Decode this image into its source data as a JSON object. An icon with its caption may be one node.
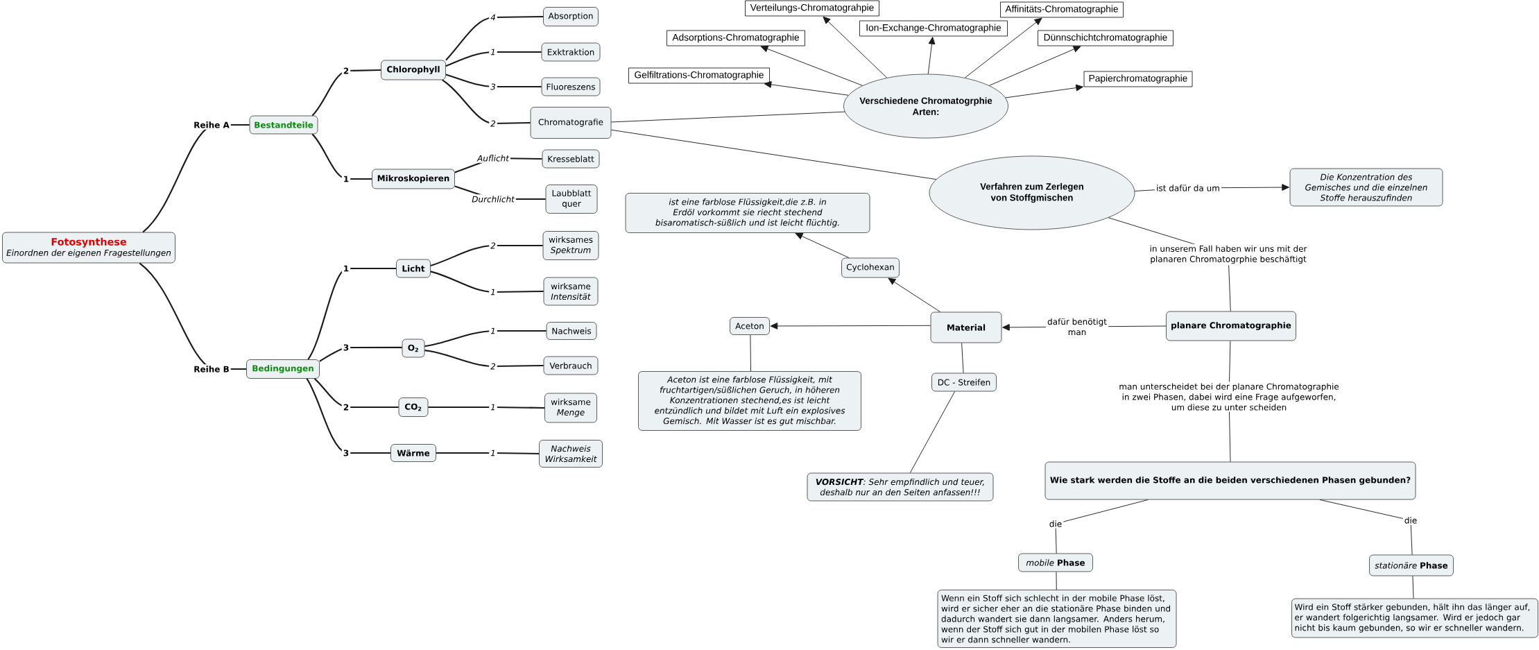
{
  "diagram": {
    "nodes": [
      {
        "text": [
          "Fotosynthese",
          "Einordnen der eigenen Fragestellungen"
        ]
      },
      {
        "text": [
          "Bestandteile"
        ]
      },
      {
        "text": [
          "Chlorophyll"
        ]
      },
      {
        "text": [
          "Absorption"
        ]
      },
      {
        "text": [
          "Exktraktion"
        ]
      },
      {
        "text": [
          "Fluoreszens"
        ]
      },
      {
        "text": [
          "Chromatografie"
        ]
      },
      {
        "text": [
          "Mikroskopieren"
        ]
      },
      {
        "text": [
          "Kresseblatt"
        ]
      },
      {
        "text": [
          "Laubblatt quer"
        ]
      },
      {
        "text": [
          "Bedingungen"
        ]
      },
      {
        "text": [
          "Licht"
        ]
      },
      {
        "text": [
          "wirksames *Spektrum*"
        ]
      },
      {
        "text": [
          "wirksame *Intensität*"
        ]
      },
      {
        "text": [
          "O$_{2}$"
        ]
      },
      {
        "text": [
          "Nachweis"
        ]
      },
      {
        "text": [
          "Verbrauch"
        ]
      },
      {
        "text": [
          "CO$_{2}$"
        ]
      },
      {
        "text": [
          "wirksame *Menge*"
        ]
      },
      {
        "text": [
          "Wärme"
        ]
      },
      {
        "text": [
          "Nachweis Wirksamkeit"
        ]
      },
      {
        "text": [
          "Verschiedene Chromatogrphie Arten:"
        ]
      },
      {
        "text": [
          "Verteilungs-Chromatograhpie"
        ]
      },
      {
        "text": [
          "Affinitäts-Chromatographie"
        ]
      },
      {
        "text": [
          "Ion-Exchange-Chromatographie"
        ]
      },
      {
        "text": [
          "Adsorptions-Chromatographie"
        ]
      },
      {
        "text": [
          "Dünnschichtchromatographie"
        ]
      },
      {
        "text": [
          "Gelfiltrations-Chromatographie"
        ]
      },
      {
        "text": [
          "Papierchromatographie"
        ]
      },
      {
        "text": [
          "Verfahren zum Zerlegen von Stoffgmischen"
        ]
      },
      {
        "text": [
          "Die Konzentration des Gemisches und die einzelnen Stoffe herauszufinden"
        ]
      },
      {
        "text": [
          "ist eine farblose Flüssigkeit,die z.B. in Erdöl vorkommt sie riecht stechend bisaromatisch-süßlich und ist leicht flüchtig."
        ]
      },
      {
        "text": [
          "Cyclohexan"
        ]
      },
      {
        "text": [
          "Aceton"
        ]
      },
      {
        "text": [
          "Material"
        ]
      },
      {
        "text": [
          "planare Chromatographie"
        ]
      },
      {
        "text": [
          "DC - Streifen"
        ]
      },
      {
        "text": [
          "Aceton ist eine farblose Flüssigkeit, mit fruchtartigen/süßlichen Geruch, in höheren Konzentrationen stechend,es ist leicht entzündlich und bildet mit Luft ein explosives Gemisch. Mit Wasser ist es gut mischbar."
        ]
      },
      {
        "text": [
          "**VORSICHT**: Sehr empfindlich und teuer, deshalb nur an den Seiten anfassen!!!"
        ]
      },
      {
        "text": [
          "Wie stark werden die Stoffe an die beiden verschiedenen Phasen gebunden?"
        ]
      },
      {
        "text": [
          "*mobile* **Phase**"
        ]
      },
      {
        "text": [
          "*stationäre* **Phase**"
        ]
      },
      {
        "text": [
          "Wenn ein Stoff sich schlecht in der mobile Phase löst, wird er sicher eher an die stationäre Phase binden und dadurch wandert sie dann langsamer. Anders herum, wenn der Stoff sich gut in der mobilen Phase löst so wir er dann schneller wandern."
        ]
      },
      {
        "text": [
          "Wird ein Stoff stärker gebunden, hält ihn das länger auf, er wandert folgerichtig langsamer. Wird er jedoch gar nicht bis kaum gebunden, so wir er schneller wandern."
        ]
      }
    ],
    "edges": [
      {
        "from": 0,
        "to": 1,
        "arrow": "none",
        "label": "Reihe A"
      },
      {
        "from": 1,
        "to": 2,
        "arrow": "none",
        "label": "2"
      },
      {
        "from": 2,
        "to": 3,
        "arrow": "none",
        "label": "4"
      },
      {
        "from": 2,
        "to": 4,
        "arrow": "none",
        "label": "1"
      },
      {
        "from": 2,
        "to": 5,
        "arrow": "none",
        "label": "3"
      },
      {
        "from": 2,
        "to": 6,
        "arrow": "none",
        "label": "2"
      },
      {
        "from": 1,
        "to": 7,
        "arrow": "none",
        "label": "1"
      },
      {
        "from": 7,
        "to": 8,
        "arrow": "none",
        "label": "Auflicht"
      },
      {
        "from": 7,
        "to": 9,
        "arrow": "none",
        "label": "Durchlicht"
      },
      {
        "from": 0,
        "to": 10,
        "arrow": "none",
        "label": "Reihe B"
      },
      {
        "from": 10,
        "to": 11,
        "arrow": "none",
        "label": "1"
      },
      {
        "from": 11,
        "to": 12,
        "arrow": "none",
        "label": "2"
      },
      {
        "from": 11,
        "to": 13,
        "arrow": "none",
        "label": "1"
      },
      {
        "from": 10,
        "to": 14,
        "arrow": "none",
        "label": "3"
      },
      {
        "from": 14,
        "to": 15,
        "arrow": "none",
        "label": "1"
      },
      {
        "from": 14,
        "to": 16,
        "arrow": "none",
        "label": "2"
      },
      {
        "from": 10,
        "to": 17,
        "arrow": "none",
        "label": "2"
      },
      {
        "from": 17,
        "to": 18,
        "arrow": "none",
        "label": "1"
      },
      {
        "from": 10,
        "to": 19,
        "arrow": "none",
        "label": "3"
      },
      {
        "from": 19,
        "to": 20,
        "arrow": "none",
        "label": "1"
      },
      {
        "from": 6,
        "to": 21,
        "arrow": "none"
      },
      {
        "from": 6,
        "to": 29,
        "arrow": "none"
      },
      {
        "from": 21,
        "to": 22,
        "arrow": "to"
      },
      {
        "from": 21,
        "to": 23,
        "arrow": "to"
      },
      {
        "from": 21,
        "to": 24,
        "arrow": "to"
      },
      {
        "from": 21,
        "to": 25,
        "arrow": "to"
      },
      {
        "from": 21,
        "to": 26,
        "arrow": "to"
      },
      {
        "from": 21,
        "to": 27,
        "arrow": "to"
      },
      {
        "from": 21,
        "to": 28,
        "arrow": "to"
      },
      {
        "from": 29,
        "to": 30,
        "arrow": "to",
        "label": "ist dafür da um"
      },
      {
        "from": 29,
        "to": 35,
        "arrow": "none",
        "label": "in unserem Fall haben wir uns mit der planaren Chromatogrphie beschäftigt"
      },
      {
        "from": 35,
        "to": 34,
        "arrow": "to",
        "label": "dafür benötigt man"
      },
      {
        "from": 34,
        "to": 32,
        "arrow": "to"
      },
      {
        "from": 32,
        "to": 31,
        "arrow": "to"
      },
      {
        "from": 34,
        "to": 33,
        "arrow": "to"
      },
      {
        "from": 33,
        "to": 37,
        "arrow": "none"
      },
      {
        "from": 34,
        "to": 36,
        "arrow": "none"
      },
      {
        "from": 36,
        "to": 38,
        "arrow": "none"
      },
      {
        "from": 35,
        "to": 39,
        "arrow": "none",
        "label": "man unterscheidet bei der planare Chromatographie in zwei Phasen, dabei wird eine Frage aufgeworfen, um diese zu unter scheiden"
      },
      {
        "from": 39,
        "to": 40,
        "arrow": "none",
        "label": "die"
      },
      {
        "from": 39,
        "to": 41,
        "arrow": "none",
        "label": "die"
      },
      {
        "from": 40,
        "to": 42,
        "arrow": "none"
      },
      {
        "from": 41,
        "to": 43,
        "arrow": "none"
      }
    ]
  }
}
